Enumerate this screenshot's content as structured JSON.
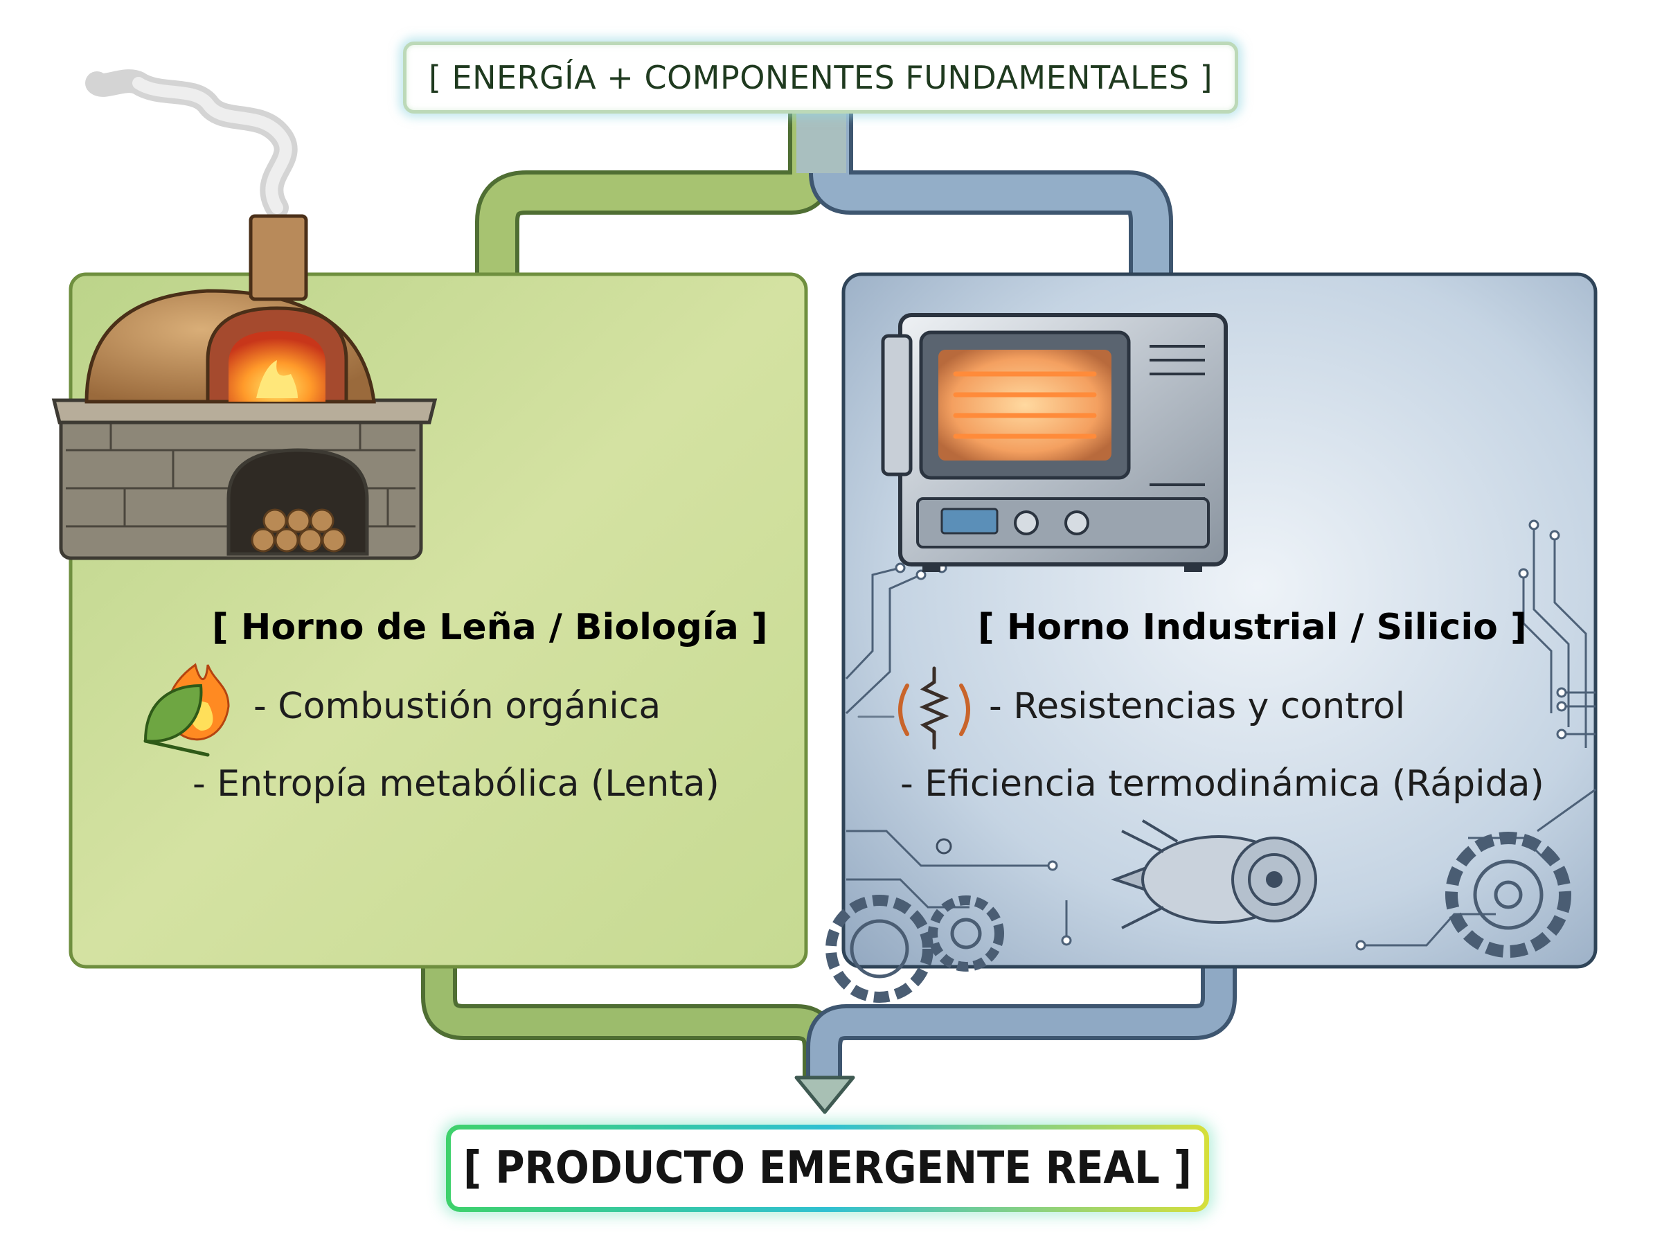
{
  "top_box": {
    "label": "[ ENERGÍA + COMPONENTES FUNDAMENTALES ]"
  },
  "left_panel": {
    "title": "[ Horno de Leña / Biología ]",
    "line1": "- Combustión orgánica",
    "line2": "- Entropía metabólica (Lenta)",
    "color": "#cfe0a0",
    "border_color": "#6f8f3f",
    "icons": [
      "wood-fired-oven-icon",
      "leaf-fire-icon"
    ]
  },
  "right_panel": {
    "title": "[ Horno Industrial / Silicio ]",
    "line1": "- Resistencias y control",
    "line2": "- Eficiencia termodinámica (Rápida)",
    "color": "#c2d2e2",
    "border_color": "#35495e",
    "icons": [
      "industrial-oven-icon",
      "heating-resistor-icon",
      "turbine-icon",
      "gear-icon",
      "circuit-traces-icon"
    ]
  },
  "bottom_box": {
    "label": "[ PRODUCTO EMERGENTE REAL ]"
  },
  "connector_colors": {
    "green": "#9cb96a",
    "blue": "#93aec8"
  }
}
